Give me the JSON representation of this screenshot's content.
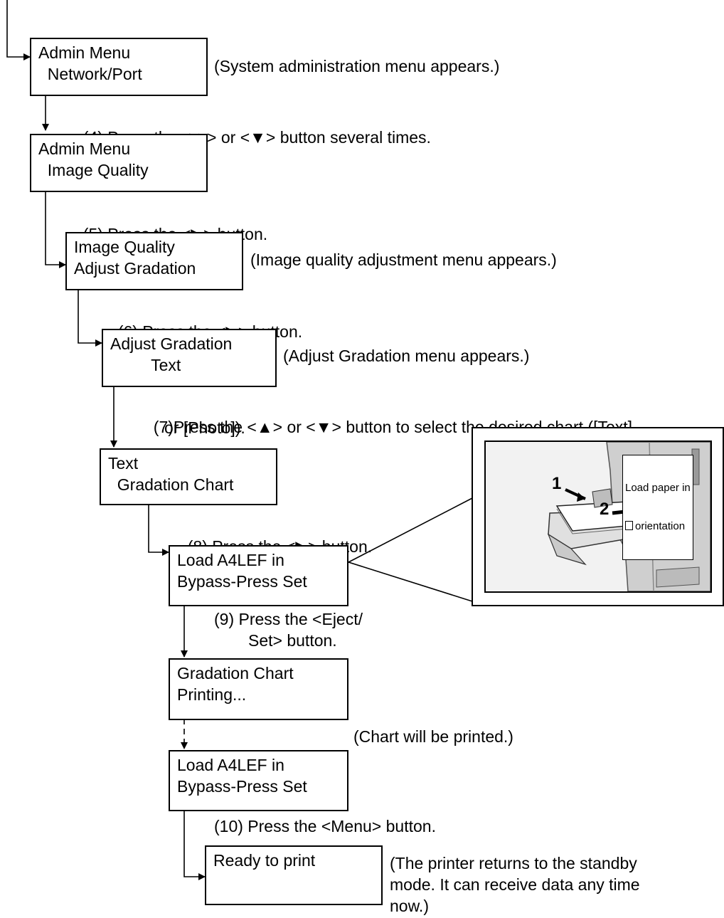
{
  "steps": {
    "s4": {
      "before": "(4) Press the <",
      "mid": "> or <",
      "after": "> button several times."
    },
    "s5": {
      "before": "(5) Press the <",
      "after": "> button."
    },
    "s6": {
      "before": "(6) Press the <",
      "after": "> button."
    },
    "s7": {
      "before": "(7)Press the <",
      "mid": "> or <",
      "after": "> button to select the desired chart ([Text]",
      "line2": "or [Photo])."
    },
    "s8": {
      "before": "(8) Press the <",
      "after": "> button."
    },
    "s9": {
      "line1": "(9) Press the <Eject/",
      "line2": "Set> button."
    },
    "s10": {
      "text": "(10) Press the <Menu> button."
    }
  },
  "boxes": {
    "b1": {
      "line1": "Admin Menu",
      "line2": "  Network/Port"
    },
    "b2": {
      "line1": "Admin Menu",
      "line2": "  Image Quality"
    },
    "b3": {
      "line1": "Image Quality",
      "line2": "Adjust Gradation"
    },
    "b4": {
      "line1": "Adjust Gradation",
      "line2": "         Text"
    },
    "b5": {
      "line1": "Text",
      "line2": "  Gradation Chart"
    },
    "b6": {
      "line1": "Load A4LEF in",
      "line2": "Bypass-Press Set"
    },
    "b7": {
      "line1": "Gradation Chart",
      "line2": "Printing..."
    },
    "b8": {
      "line1": "Load A4LEF in",
      "line2": "Bypass-Press Set"
    },
    "b9": {
      "line1": "Ready to print",
      "line2": ""
    }
  },
  "notes": {
    "n1": "(System administration menu appears.)",
    "n3": "(Image quality adjustment menu appears.)",
    "n4": "(Adjust Gradation menu appears.)",
    "n7": "(Chart will be printed.)",
    "n9_1": "(The printer returns to the standby",
    "n9_2": "mode. It can receive data any time",
    "n9_3": "now.)"
  },
  "glyphs": {
    "up": "▲",
    "down": "▼",
    "right": "▶"
  },
  "illustration": {
    "callout_line1": "Load paper in",
    "callout_line2": "orientation",
    "marker1": "1",
    "marker2": "2"
  }
}
